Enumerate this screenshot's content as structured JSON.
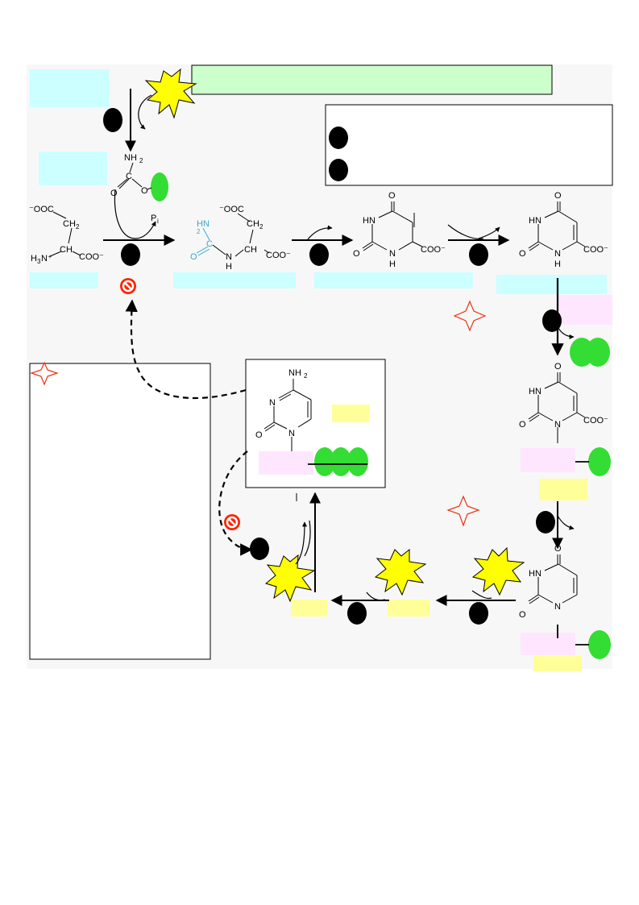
{
  "colors": {
    "background_panel": "#f7f7f7",
    "cyan_label": "#ccffff",
    "green_label": "#ccffcc",
    "pink_label": "#ffe6ff",
    "yellow_label": "#ffff99",
    "star_yellow": "#ffff00",
    "green_oval": "#33dd33",
    "black_oval": "#000000",
    "inhibit_red": "#ff2200",
    "sparkle_red": "#ee3311",
    "carbamoyl_blue": "#33aacc"
  },
  "icons": [
    "explosion-star-icon",
    "inhibition-sign-icon",
    "four-point-sparkle-icon",
    "phosphate-oval-icon",
    "step-marker-oval-icon"
  ],
  "molecules": {
    "carbamoyl_phosphate": {
      "nh2": "NH",
      "nh2_sub": "2",
      "c": "C",
      "o1": "O",
      "o2": "O"
    },
    "aspartate": {
      "coo_top": "⁻OOC",
      "ch2": "CH",
      "ch2_sub": "2",
      "ch": "CH",
      "coo": "COO⁻",
      "h3n": "H",
      "h3n_sub": "3",
      "n_plus": "N⁺"
    },
    "carbamoyl_aspartate": {
      "h2n": "H",
      "h2n_sub": "2",
      "n": "N",
      "c": "C",
      "o": "O",
      "nh": "N",
      "h": "H",
      "coo_top": "⁻OOC",
      "ch2": "CH",
      "ch2_sub": "2",
      "ch": "CH",
      "coo": "COO⁻"
    },
    "dihydroorotate": {
      "o_top": "O",
      "hn": "HN",
      "o_left": "O",
      "nh": "N",
      "h": "H",
      "coo": "COO⁻"
    },
    "orotate": {
      "o_top": "O",
      "hn": "HN",
      "o_left": "O",
      "n": "N",
      "h": "H",
      "coo": "COO⁻"
    },
    "omp": {
      "o_top": "O",
      "hn": "HN",
      "o_left": "O",
      "n": "N",
      "coo": "COO⁻"
    },
    "ump": {
      "o_top": "O",
      "hn": "HN",
      "o_left": "O",
      "n": "N"
    },
    "ctp_base": {
      "nh2": "NH",
      "nh2_sub": "2",
      "n_top": "N",
      "o": "O",
      "n": "N"
    },
    "pi": {
      "p": "P",
      "sub": "i"
    }
  }
}
